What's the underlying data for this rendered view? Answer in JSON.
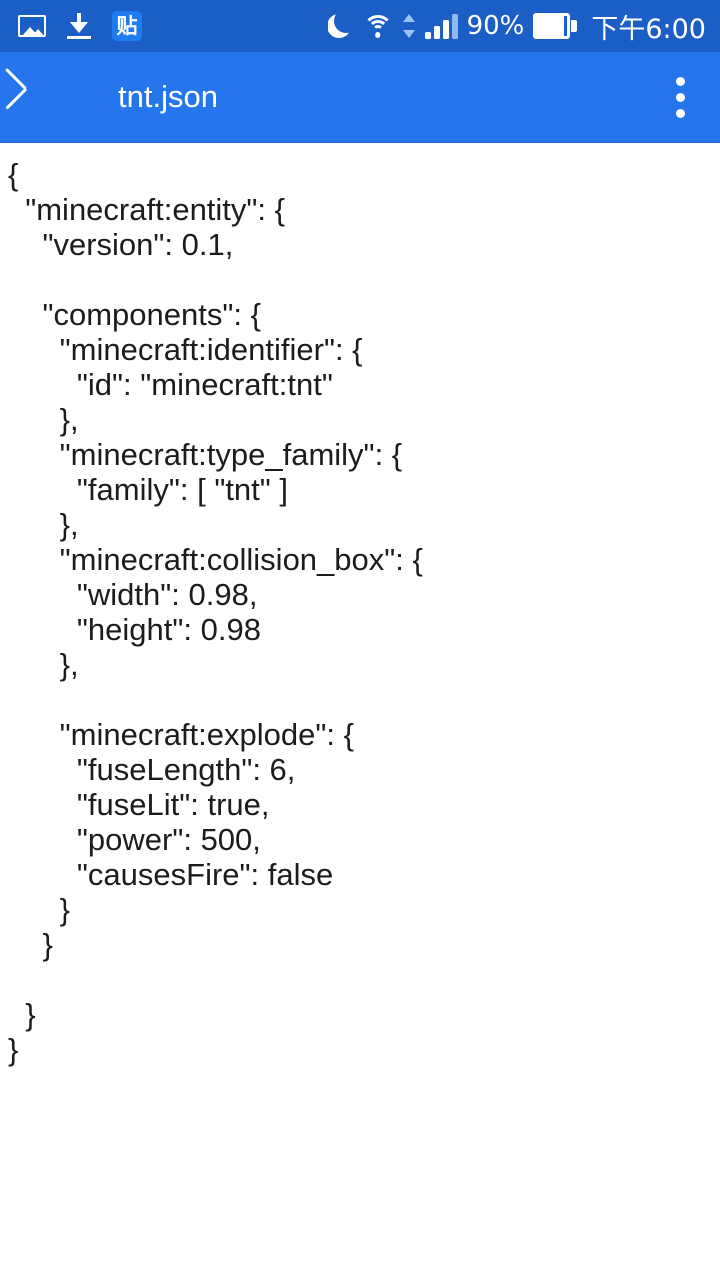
{
  "status_bar": {
    "background_color": "#1b5fc6",
    "left_icons": [
      {
        "name": "picture-icon",
        "label": ""
      },
      {
        "name": "download-icon",
        "label": ""
      },
      {
        "name": "sticky-note-icon",
        "label": "贴"
      }
    ],
    "right_icons": [
      {
        "name": "do-not-disturb-moon-icon"
      },
      {
        "name": "wifi-icon"
      },
      {
        "name": "data-transfer-arrows-icon"
      },
      {
        "name": "cellular-signal-icon"
      }
    ],
    "battery_percent": "90%",
    "clock": "下午6:00"
  },
  "app_bar": {
    "background_color": "#2575ed",
    "title": "tnt.json",
    "back_icon": "chevron-left-icon",
    "overflow_icon": "more-vertical-icon"
  },
  "editor": {
    "background_color": "#ffffff",
    "text_color": "#1c1c1c",
    "lines": [
      "{",
      "  \"minecraft:entity\": {",
      "    \"version\": 0.1,",
      "",
      "    \"components\": {",
      "      \"minecraft:identifier\": {",
      "        \"id\": \"minecraft:tnt\"",
      "      },",
      "      \"minecraft:type_family\": {",
      "        \"family\": [ \"tnt\" ]",
      "      },",
      "      \"minecraft:collision_box\": {",
      "        \"width\": 0.98,",
      "        \"height\": 0.98",
      "      },",
      "",
      "      \"minecraft:explode\": {",
      "        \"fuseLength\": 6,",
      "        \"fuseLit\": true,",
      "        \"power\": 500,",
      "        \"causesFire\": false",
      "      }",
      "    }",
      "",
      "  }",
      "}"
    ]
  }
}
